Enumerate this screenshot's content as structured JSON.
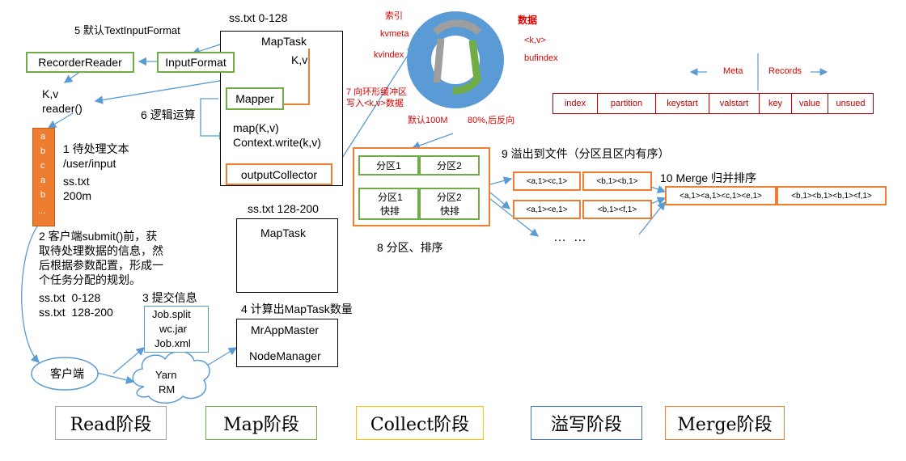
{
  "step5": "5 默认TextInputFormat",
  "file_top": "ss.txt 0-128",
  "maptask1": {
    "title": "MapTask",
    "kv": "K,v",
    "mapper": "Mapper",
    "map_fn": "map(K,v)",
    "context": "Context.write(k,v)",
    "collector": "outputCollector"
  },
  "recorder_reader": "RecorderReader",
  "input_format": "InputFormat",
  "kv_reader": {
    "line1": "K,v",
    "line2": "reader()"
  },
  "step6": "6 逻辑运算",
  "step7": {
    "line1": "7 向环形缓冲区",
    "line2": "写入<k,v>数据"
  },
  "ring": {
    "index": "索引",
    "kvmeta": "kvmeta",
    "kvindex": "kvindex",
    "data": "数据",
    "kv": "<k,v>",
    "bufindex": "bufindex",
    "default": "默认100M",
    "spill": "80%,后反向"
  },
  "meta_records": {
    "meta": "Meta",
    "records": "Records",
    "cells": [
      "index",
      "partition",
      "keystart",
      "valstart",
      "key",
      "value",
      "unsued"
    ]
  },
  "file_stack": {
    "chars": [
      "a",
      "b",
      "c",
      "a",
      "b",
      "..."
    ]
  },
  "step1": {
    "line1": "1 待处理文本",
    "line2": "/user/input",
    "line3": "ss.txt",
    "line4": "200m"
  },
  "step2": {
    "line1": "2 客户端submit()前，获",
    "line2": "取待处理数据的信息，然",
    "line3": "后根据参数配置，形成一",
    "line4": "个任务分配的规划。",
    "split1": "ss.txt  0-128",
    "split2": "ss.txt  128-200"
  },
  "step3": "3 提交信息",
  "job_files": [
    "Job.split",
    "wc.jar",
    "Job.xml"
  ],
  "client": "客户端",
  "yarn": {
    "line1": "Yarn",
    "line2": "RM"
  },
  "file_second": "ss.txt 128-200",
  "maptask2": "MapTask",
  "step4": "4 计算出MapTask数量",
  "appmaster": {
    "line1": "MrAppMaster",
    "line2": "NodeManager"
  },
  "partitions": {
    "p1": "分区1",
    "p2": "分区2",
    "p1_sort": {
      "line1": "分区1",
      "line2": "快排"
    },
    "p2_sort": {
      "line1": "分区2",
      "line2": "快排"
    }
  },
  "step8": "8 分区、排序",
  "step9": "9 溢出到文件（分区且区内有序）",
  "spill_files": {
    "row1": [
      "<a,1><c,1>",
      "<b,1><b,1>"
    ],
    "row2": [
      "<a,1><e,1>",
      "<b,1><f,1>"
    ],
    "dots": "…  …"
  },
  "step10": "10 Merge 归并排序",
  "merged": [
    "<a,1><a,1><c,1><e,1>",
    "<b,1><b,1><b,1><f,1>"
  ],
  "legend": [
    "Read阶段",
    "Map阶段",
    "Collect阶段",
    "溢写阶段",
    "Merge阶段"
  ],
  "colors": {
    "read": "#a5a5a5",
    "map": "#70ad47",
    "collect": "#ffc000",
    "spill": "#4472c4",
    "merge": "#ed7d31",
    "arrow": "#5b9bd5"
  }
}
